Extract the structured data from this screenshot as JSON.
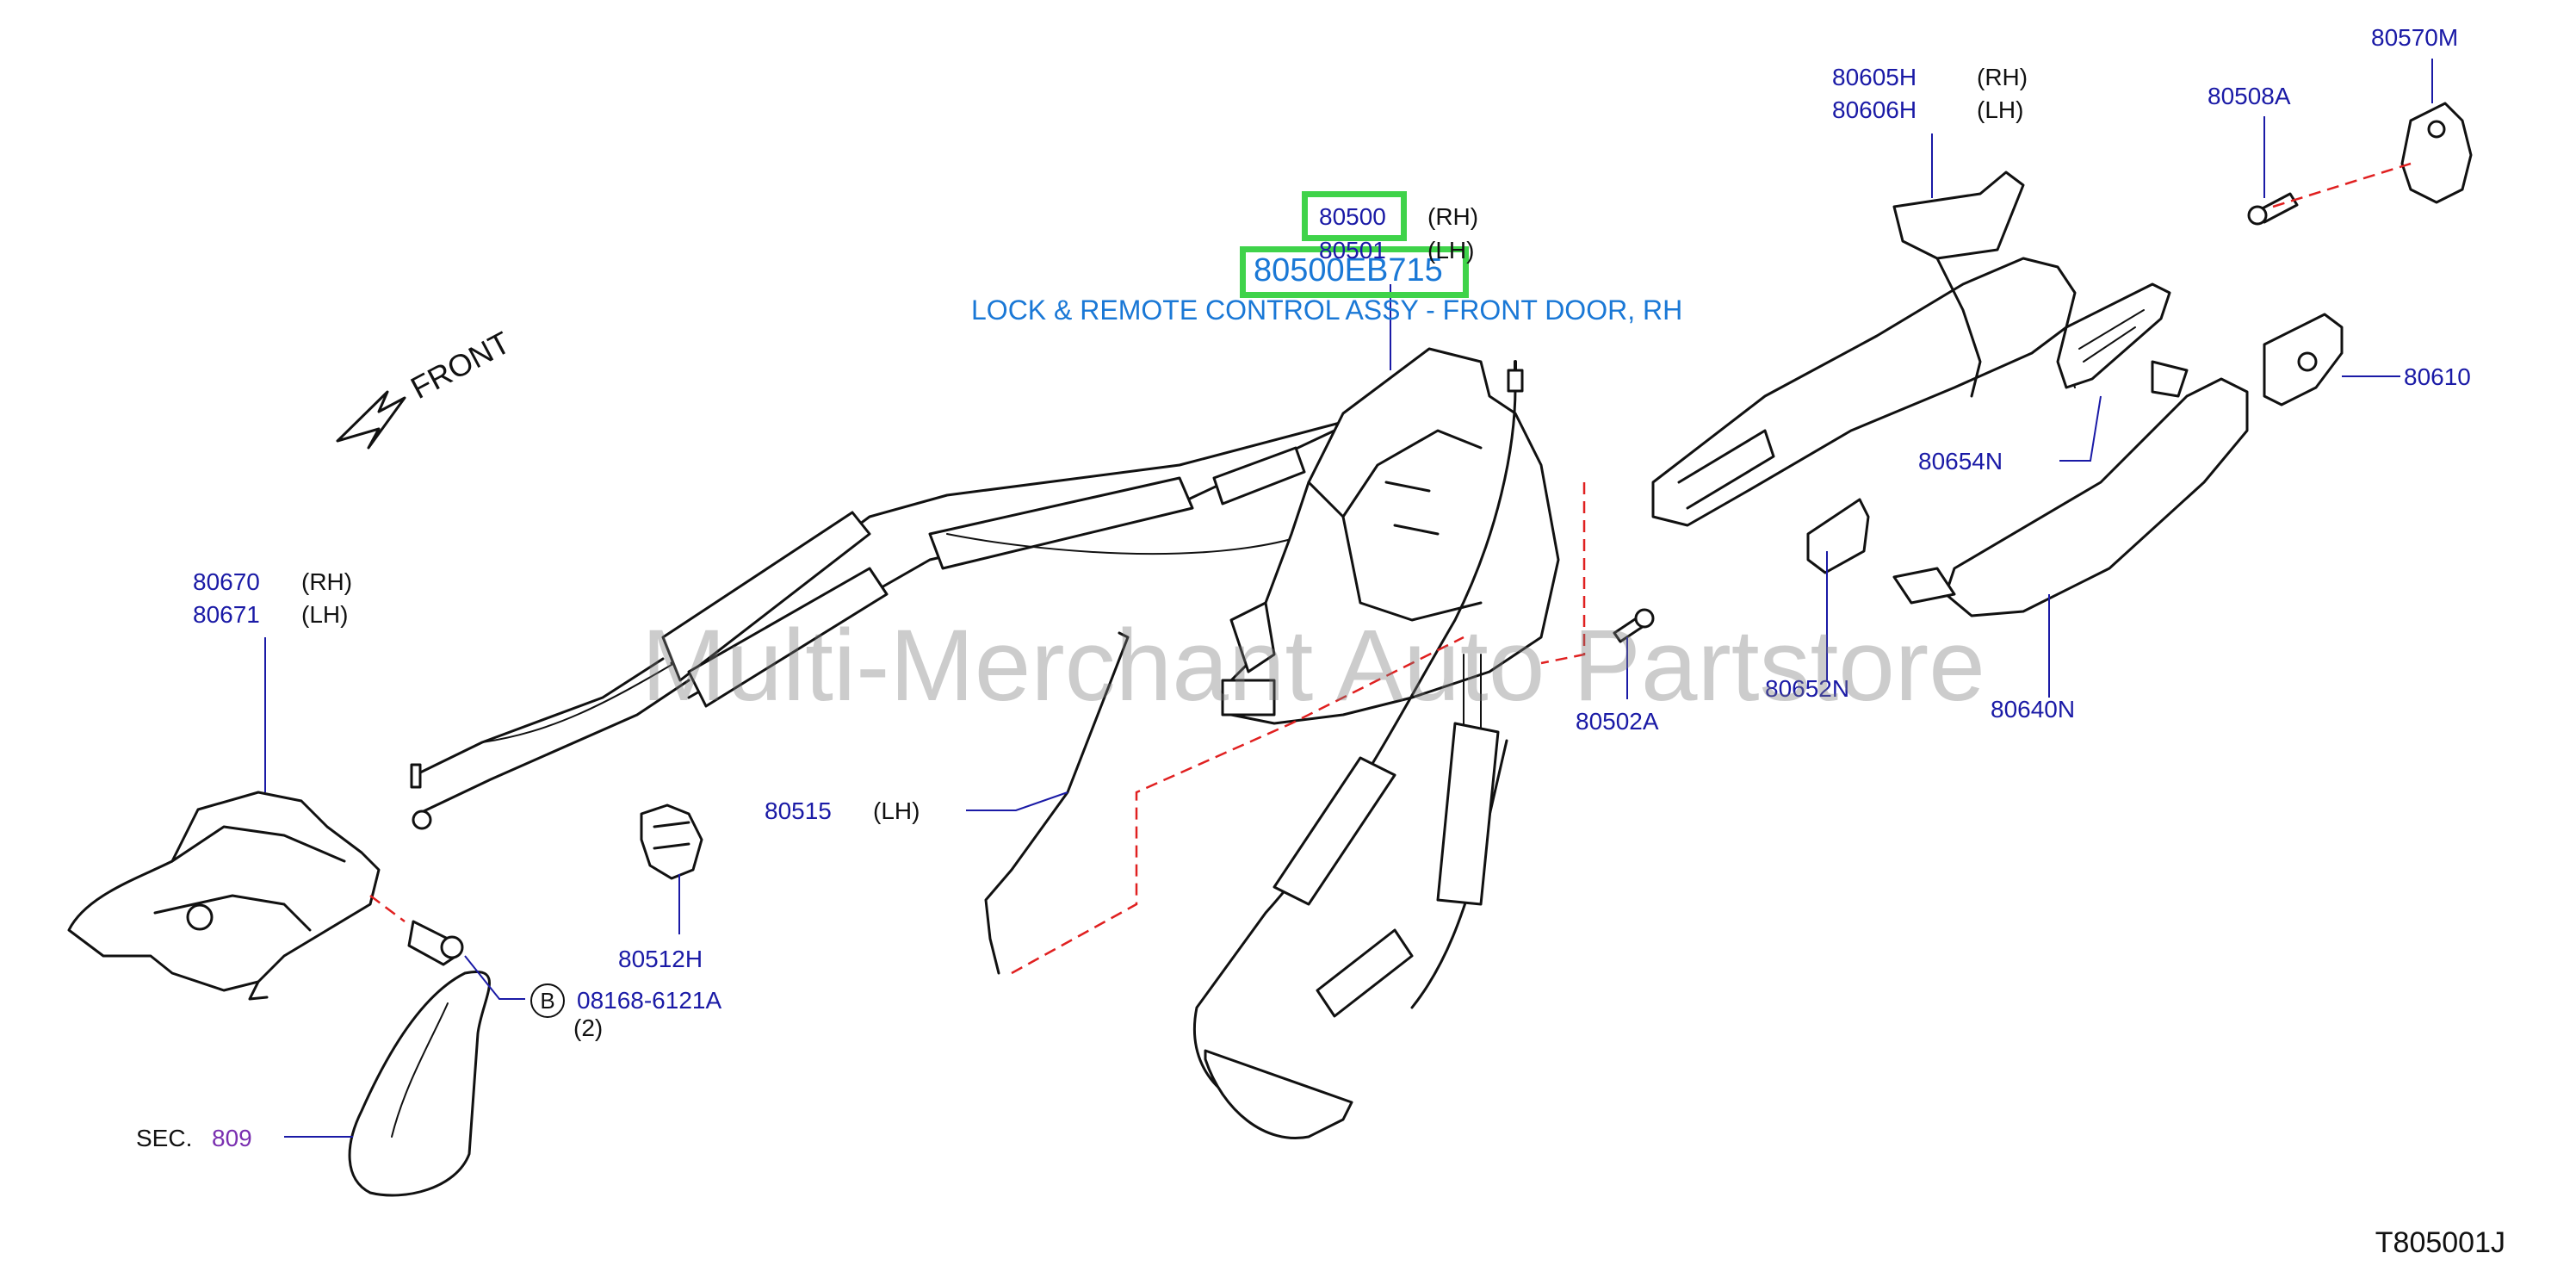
{
  "assembly": {
    "part_number": "80500EB715",
    "description": "LOCK & REMOTE CONTROL ASSY - FRONT DOOR, RH"
  },
  "front_label": "FRONT",
  "watermark": "Multi-Merchant Auto Partstore",
  "diagram_code": "T805001J",
  "callouts": {
    "p80500": "80500",
    "p80500_side": "(RH)",
    "p80501": "80501",
    "p80501_side": "(LH)",
    "p80605H": "80605H",
    "p80605H_side": "(RH)",
    "p80606H": "80606H",
    "p80606H_side": "(LH)",
    "p80570M": "80570M",
    "p80508A": "80508A",
    "p80610": "80610",
    "p80654N": "80654N",
    "p80670": "80670",
    "p80670_side": "(RH)",
    "p80671": "80671",
    "p80671_side": "(LH)",
    "p80502A": "80502A",
    "p80652N": "80652N",
    "p80640N": "80640N",
    "p80515": "80515",
    "p80515_side": "(LH)",
    "p80512H": "80512H",
    "bolt_ref": "B",
    "p08168": "08168-6121A",
    "p08168_qty": "(2)",
    "sec_label": "SEC.",
    "sec_num": "809"
  },
  "colors": {
    "part_number": "#1a1aa6",
    "assembly": "#1a78d6",
    "highlight": "#3fd34a",
    "section": "#7a2fb0",
    "phantom_line": "#e02020"
  },
  "icons": [
    "front-direction-arrow-icon"
  ]
}
